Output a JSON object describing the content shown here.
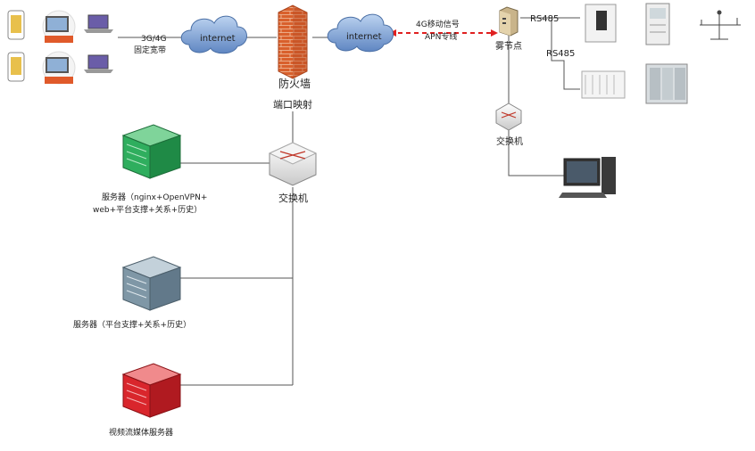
{
  "labels": {
    "mobile_link": "3G/4G",
    "fixed_link": "固定宽带",
    "cloud_left": "internet",
    "cloud_right": "internet",
    "firewall": "防火墙",
    "port_map": "端口映射",
    "apn_signal": "4G移动信号",
    "apn_line": "APN专线",
    "fog_node": "雾节点",
    "rs485_top": "RS485",
    "rs485_mid": "RS485",
    "switch_right": "交换机",
    "switch_center": "交换机",
    "server1_line1": "服务器（nginx+OpenVPN+",
    "server1_line2": "web+平台支撑+关系+历史）",
    "server2": "服务器（平台支撑+关系+历史）",
    "server3": "视频流媒体服务器"
  },
  "colors": {
    "server1": "#2fae5e",
    "server2": "#7f97a6",
    "server3": "#d9262c",
    "firewall": "#d9602c",
    "cloud": "#7da3d6",
    "apn_line": "#e02020"
  },
  "icons": [
    "phone-icon",
    "desktop-icon",
    "laptop-icon",
    "cloud-icon",
    "firewall-icon",
    "fog-node-icon",
    "switch-icon",
    "server-icon",
    "device-cabinet-icon",
    "weather-station-icon",
    "monitor-icon"
  ]
}
